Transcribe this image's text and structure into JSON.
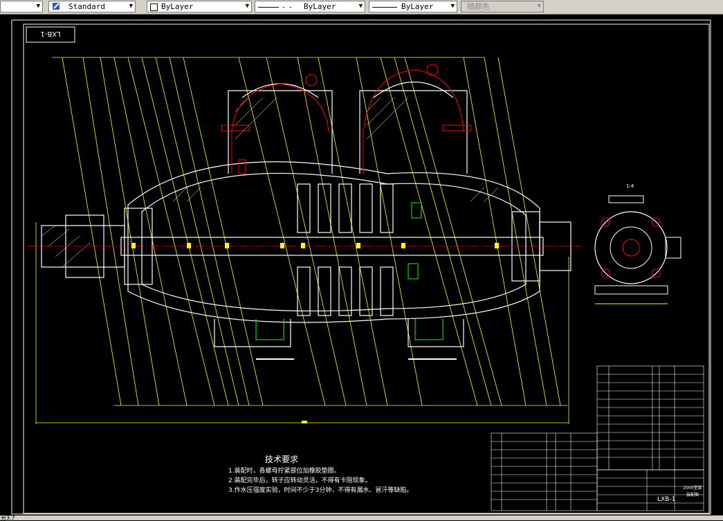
{
  "toolbar": {
    "text_style": "Standard",
    "layer": "ByLayer",
    "linetype": "ByLayer",
    "lineweight": "ByLayer",
    "plot_style": "随颜色"
  },
  "drawing": {
    "frame_code": "LXB-1",
    "scale": "1:4",
    "requirements_title": "技术要求",
    "requirements": [
      "1.装配时，各螺母拧紧部位加橡胶垫圈。",
      "2.装配完毕后，转子应转动灵活，不得有卡阻现象。",
      "3.作水压强度实验，时间不少于3分钟，不得有漏水、冒汗等缺陷。"
    ],
    "title_block": {
      "subtitle": "2000型泵",
      "name": "装配图",
      "code": "LXB-1"
    }
  },
  "statusbar": {
    "text": "另3.7"
  },
  "colors": {
    "toolbar_bg": "#d4d0c8",
    "canvas_bg": "#000000",
    "line_white": "#ffffff",
    "line_yellow": "#ffff00",
    "line_red": "#ff0000",
    "line_green": "#00ff00"
  }
}
